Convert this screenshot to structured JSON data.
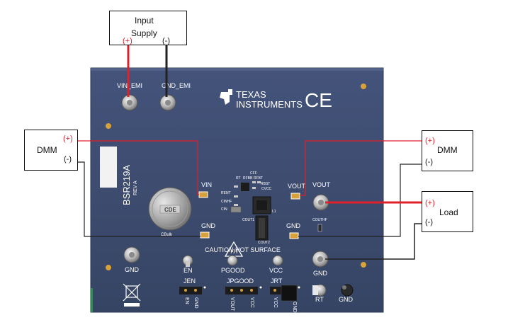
{
  "colors": {
    "board": "#3c4a6a",
    "board_edge": "#2e3a55",
    "silk": "#ffffff",
    "positive_wire": "#e0202a",
    "negative_wire": "#222222",
    "gold": "#d8a23a",
    "polarity_positive": "#e0202a"
  },
  "boxes": {
    "input_supply": {
      "line1": "Input",
      "line2": "Supply",
      "pos": "(+)",
      "neg": "(-)"
    },
    "dmm_left": {
      "label": "DMM",
      "pos": "(+)",
      "neg": "(-)"
    },
    "dmm_right": {
      "label": "DMM",
      "pos": "(+)",
      "neg": "(-)"
    },
    "load": {
      "label": "Load",
      "pos": "(+)",
      "neg": "(-)"
    }
  },
  "board": {
    "brand": {
      "line1": "TEXAS",
      "line2": "INSTRUMENTS"
    },
    "ce_mark": "CE",
    "part_number": "BSR219A",
    "revision": "REV A",
    "capacitor_brand": "CDE",
    "capacitor_ref": "CBulk",
    "caution": "CAUTION HOT SURFACE",
    "labels": {
      "vin_emi": "VIN_EMI",
      "gnd_emi": "GND_EMI",
      "vin": "VIN",
      "gnd_left": "GND",
      "vout_pad": "VOUT",
      "vout": "VOUT",
      "gnd_pad_right": "GND",
      "gnd_bottom_left": "GND",
      "en": "EN",
      "pgood": "PGOOD",
      "vcc": "VCC",
      "gnd_bottom_right": "GND",
      "jen": "JEN",
      "jpgood": "JPGOOD",
      "jrt": "JRT",
      "rt": "RT",
      "gnd_probe": "GND",
      "coutf": "COUTHF"
    },
    "jumper_pins": {
      "jen": [
        "EN",
        "GND"
      ],
      "jpgood": [
        "VOUT",
        "VCC"
      ],
      "jrt": [
        "VCC",
        "GND"
      ]
    },
    "component_labels": {
      "cff": "CFF",
      "rt": "RT",
      "rfbb": "RFBB",
      "rfbt": "RFBT",
      "rent": "RENT",
      "cinhf": "CINHF",
      "cin": "CIN",
      "cvcc": "CVCC",
      "rbst": "RBST",
      "l1": "L1",
      "cout1": "COUT1",
      "cout2": "COUT2"
    }
  }
}
